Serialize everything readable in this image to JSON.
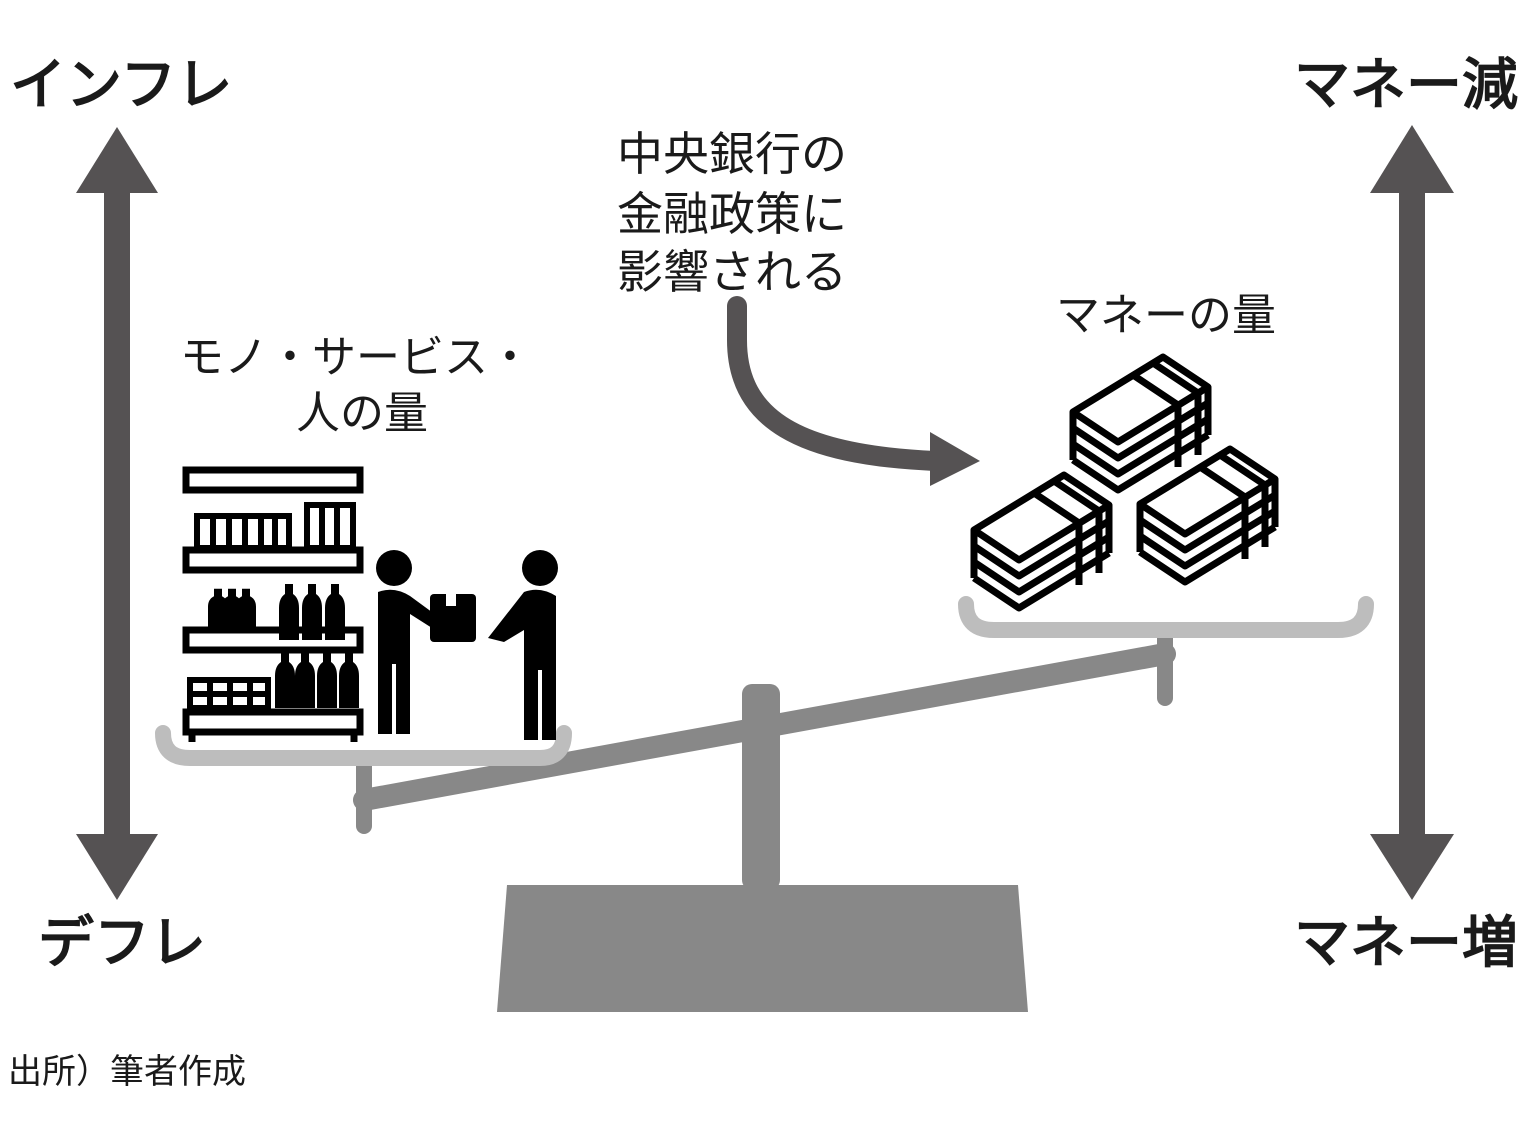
{
  "labels": {
    "inflation": "インフレ",
    "deflation": "デフレ",
    "money_decrease": "マネー減",
    "money_increase": "マネー増",
    "central_bank": [
      "中央銀行の",
      "金融政策に",
      "影響される"
    ],
    "goods_services": [
      "モノ・サービス・",
      "人の量"
    ],
    "money_amount": "マネーの量",
    "source": "出所）筆者作成"
  },
  "icons": {
    "goods_pan": "store-shelf-and-people-exchange-icon",
    "money_pan": "stacks-of-banknotes-icon"
  },
  "colors": {
    "arrow": "#555253",
    "scale": "#888888",
    "pan": "#bdbdbd",
    "icon": "#000000",
    "text": "#1a1a1a"
  }
}
